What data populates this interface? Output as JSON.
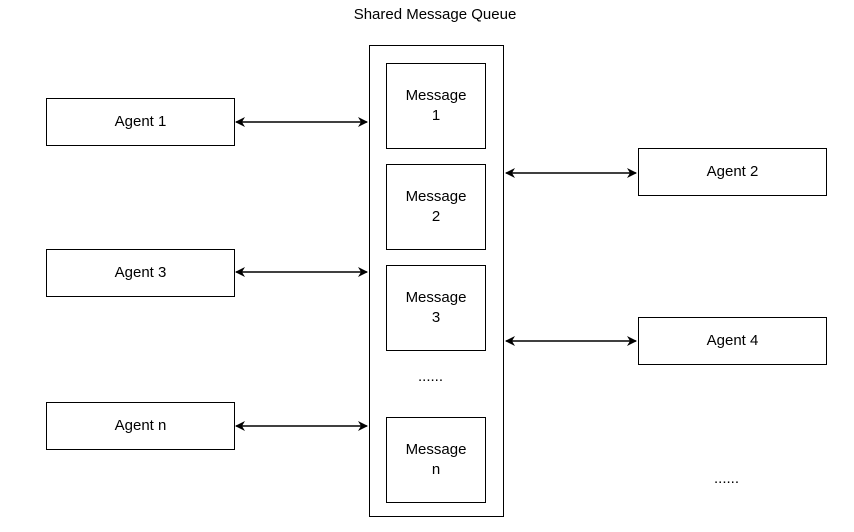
{
  "title": "Shared Message Queue",
  "agents": [
    {
      "label": "Agent 1"
    },
    {
      "label": "Agent 2"
    },
    {
      "label": "Agent 3"
    },
    {
      "label": "Agent 4"
    },
    {
      "label": "Agent n"
    }
  ],
  "messages": [
    {
      "label": "Message\n1"
    },
    {
      "label": "Message\n2"
    },
    {
      "label": "Message\n3"
    },
    {
      "label": "Message\nn"
    }
  ],
  "queue_ellipsis": "......",
  "agents_ellipsis": "......"
}
